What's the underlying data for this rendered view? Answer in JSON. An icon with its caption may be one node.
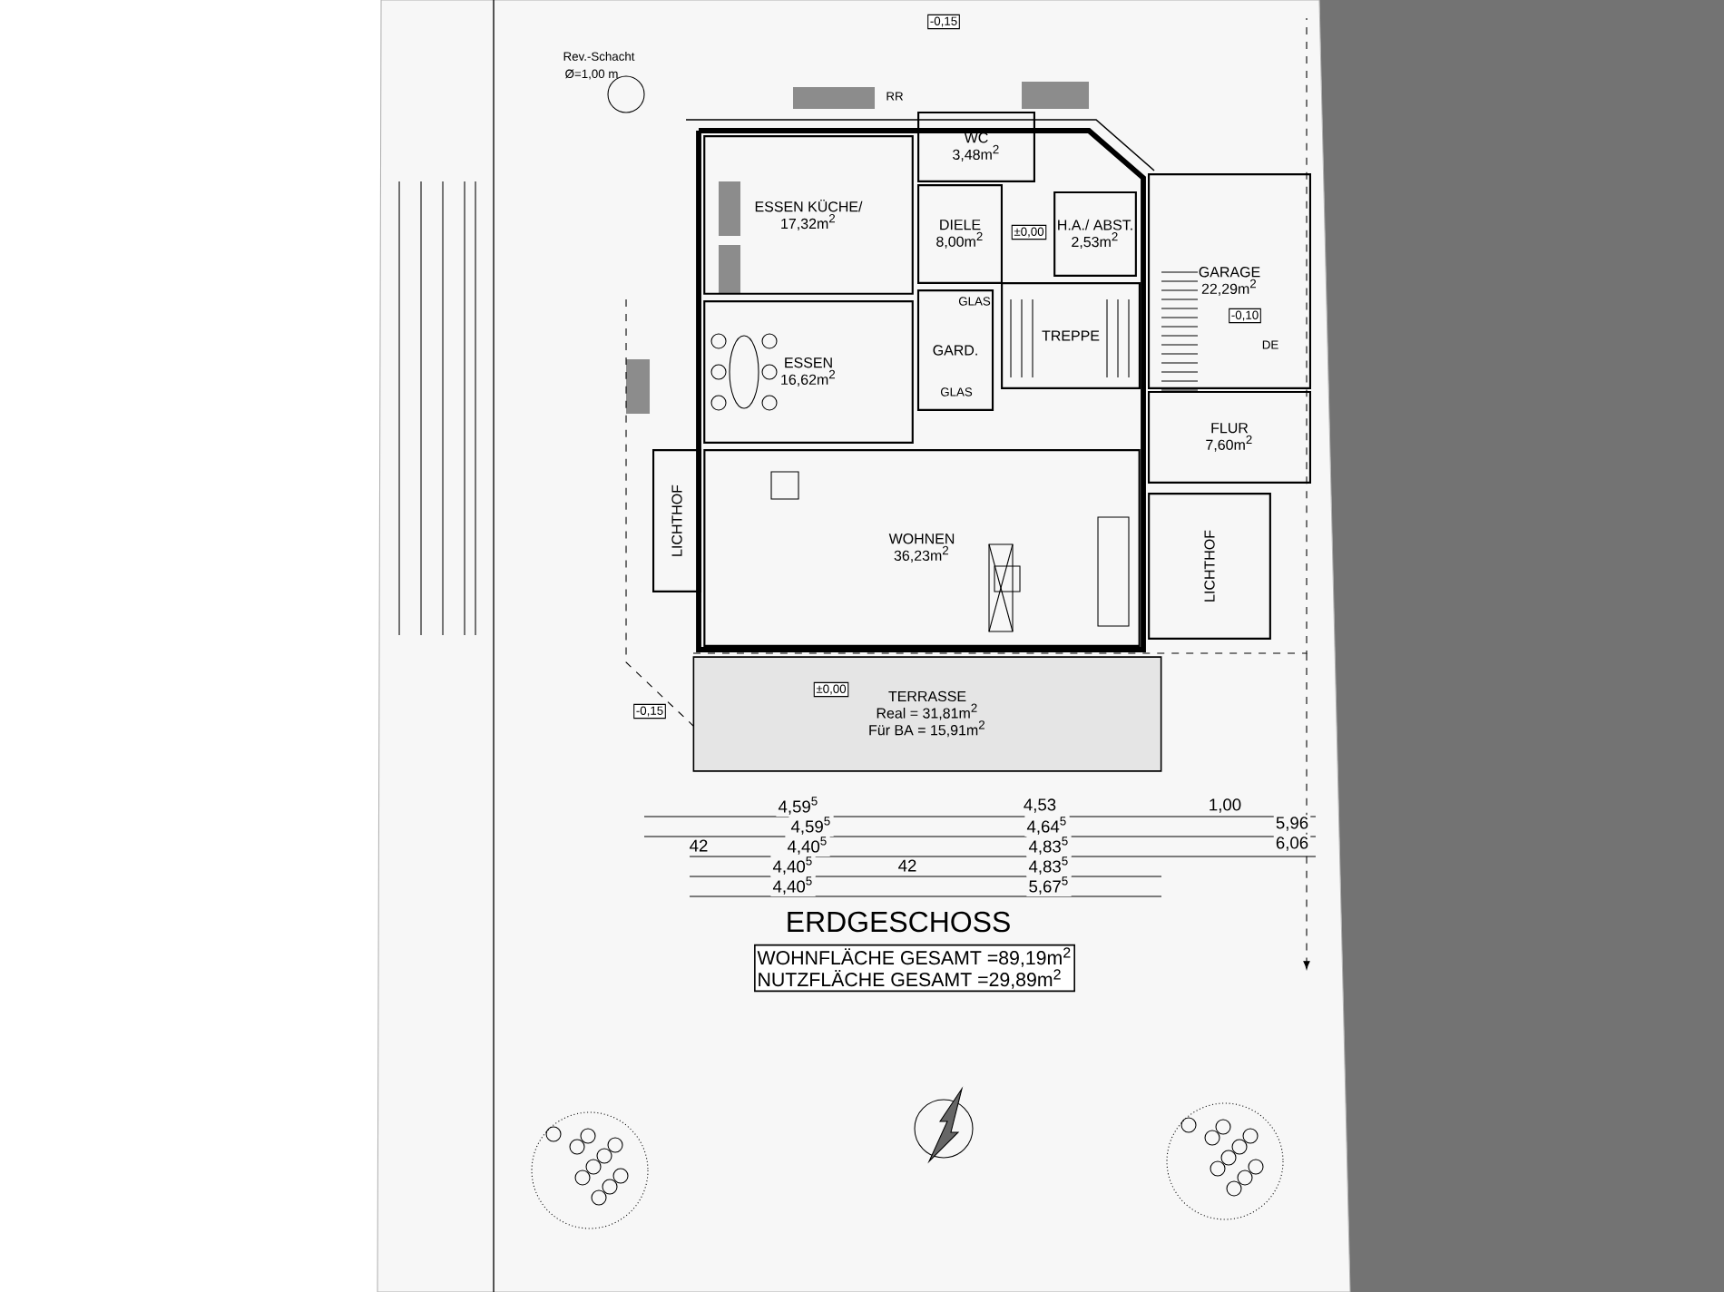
{
  "diagram": {
    "title": "ERDGESCHOSS",
    "nodes": [
      {
        "text": [
          "ESSEN KÜCHE/",
          "17,32m$^{2}$"
        ]
      },
      {
        "text": [
          "WC",
          "3,48m$^{2}$"
        ]
      },
      {
        "text": [
          "DIELE",
          "8,00m$^{2}$"
        ]
      },
      {
        "text": [
          "H.A./ ABST.",
          "2,53m$^{2}$"
        ]
      },
      {
        "text": [
          "GARAGE",
          "22,29m$^{2}$"
        ]
      },
      {
        "text": [
          "GARD."
        ]
      },
      {
        "text": [
          "TREPPE"
        ]
      },
      {
        "text": [
          "ESSEN",
          "16,62m$^{2}$"
        ]
      },
      {
        "text": [
          "LICHTHOF"
        ]
      },
      {
        "text": [
          "WOHNEN",
          "36,23m$^{2}$"
        ]
      },
      {
        "text": [
          "FLUR",
          "7,60m$^{2}$"
        ]
      },
      {
        "text": [
          "LICHTHOF"
        ]
      },
      {
        "text": [
          "TERRASSE",
          "Real = 31,81m$^{2}$",
          "Für BA = 15,91m$^{2}$"
        ]
      },
      {
        "text": [
          "WOHNFLÄCHE GESAMT =89,19m$^{2}$",
          "NUTZFLÄCHE GESAMT =29,89m$^{2}$"
        ]
      }
    ],
    "labels": [
      "Rev.-Schacht",
      "Ø=1,00 m",
      "-0,15",
      "RR",
      "±0,00",
      "GLAS",
      "GLAS",
      "-0,10",
      "DE",
      "±0,00",
      "-0,15",
      "4,59$^{5}$",
      "4,53",
      "1,00",
      "4,59$^{5}$",
      "4,64$^{5}$",
      "5,96",
      "42",
      "4,40$^{5}$",
      "4,83$^{5}$",
      "6,06",
      "4,40$^{5}$",
      "42",
      "4,83$^{5}$",
      "4,40$^{5}$",
      "5,67$^{5}$"
    ]
  }
}
